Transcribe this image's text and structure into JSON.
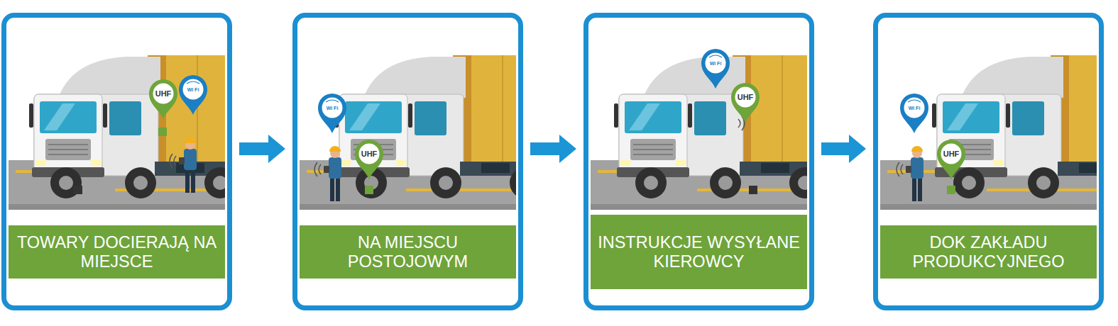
{
  "diagram": {
    "nodes": [
      {
        "text": [
          "TOWARY DOCIERAJĄ NA MIEJSCE"
        ]
      },
      {
        "text": [
          "NA MIEJSCU POSTOJOWYM"
        ]
      },
      {
        "text": [
          "INSTRUKCJE WYSYŁANE KIEROWCY"
        ]
      },
      {
        "text": [
          "DOK ZAKŁADU PRODUKCYJNEGO"
        ]
      }
    ],
    "edges": [
      {
        "from": 0,
        "to": 1,
        "arrow": "to"
      },
      {
        "from": 1,
        "to": 2,
        "arrow": "to"
      },
      {
        "from": 2,
        "to": 3,
        "arrow": "to"
      }
    ],
    "labels": [
      "UHF",
      "Wi Fi",
      "Wi Fi",
      "UHF",
      "Wi Fi",
      "UHF",
      "Wi Fi",
      "UHF"
    ]
  }
}
